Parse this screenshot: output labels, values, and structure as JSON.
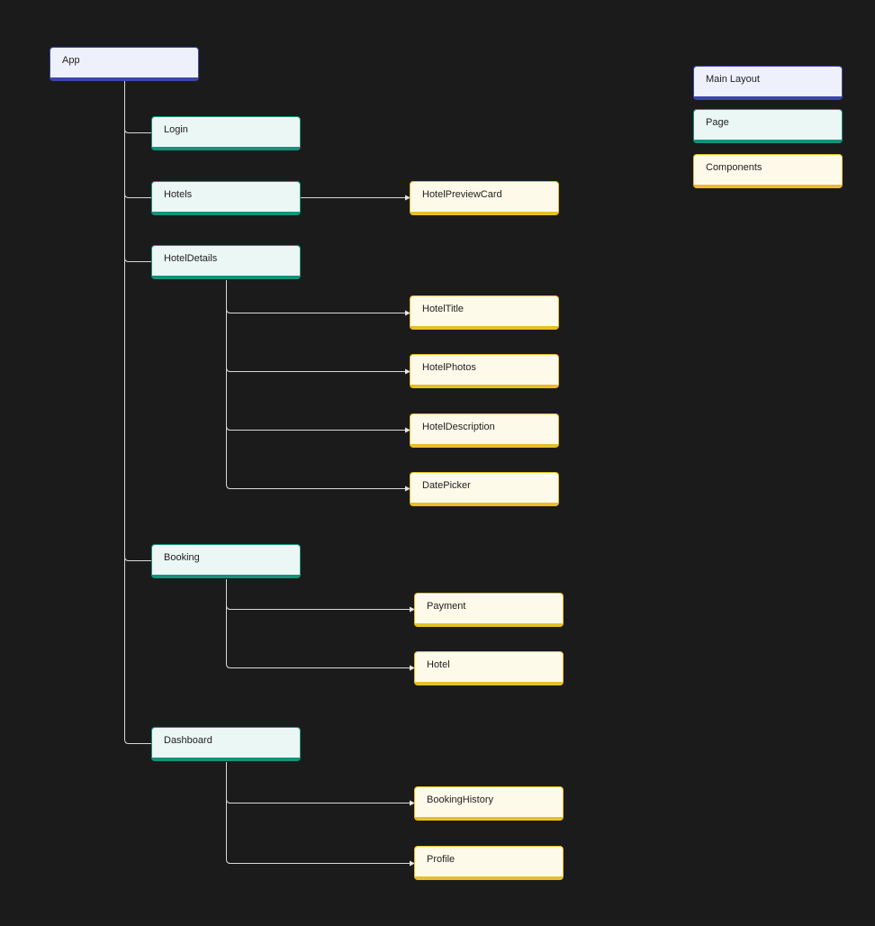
{
  "legend": {
    "main_layout": "Main Layout",
    "page": "Page",
    "components": "Components"
  },
  "nodes": {
    "app": "App",
    "login": "Login",
    "hotels": "Hotels",
    "hotel_details": "HotelDetails",
    "booking": "Booking",
    "dashboard": "Dashboard",
    "hotel_preview_card": "HotelPreviewCard",
    "hotel_title": "HotelTitle",
    "hotel_photos": "HotelPhotos",
    "hotel_description": "HotelDescription",
    "date_picker": "DatePicker",
    "payment": "Payment",
    "hotel": "Hotel",
    "booking_history": "BookingHistory",
    "profile": "Profile"
  },
  "colors": {
    "background": "#1b1b1b",
    "connector": "#d9d9d9",
    "main_layout_fill": "#eef0fc",
    "main_layout_border": "#3c47a7",
    "page_fill": "#ebf7f4",
    "page_border": "#13937a",
    "components_fill": "#fefaea",
    "components_border": "#e7be25"
  }
}
